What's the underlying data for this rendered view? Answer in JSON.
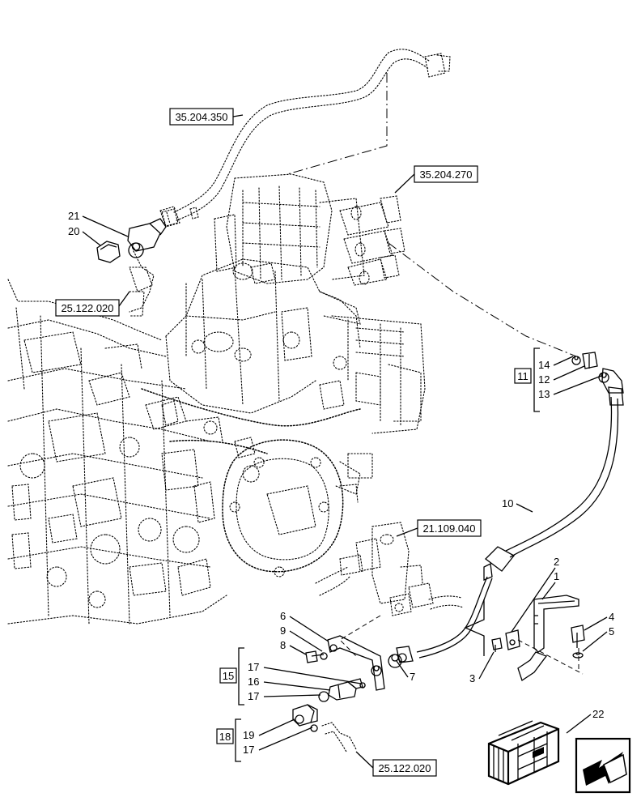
{
  "refs": {
    "r350": "35.204.350",
    "r270": "35.204.270",
    "r020a": "25.122.020",
    "r040": "21.109.040",
    "r020b": "25.122.020"
  },
  "groups": {
    "g11": "11",
    "g15": "15",
    "g18": "18"
  },
  "items": {
    "p1": "1",
    "p2": "2",
    "p3": "3",
    "p4": "4",
    "p5": "5",
    "p6": "6",
    "p7": "7",
    "p8": "8",
    "p9": "9",
    "p10": "10",
    "p12": "12",
    "p13": "13",
    "p14": "14",
    "p16": "16",
    "p17a": "17",
    "p17b": "17",
    "p17c": "17",
    "p19": "19",
    "p20": "20",
    "p21": "21",
    "p22": "22"
  },
  "icons": [
    "kit-box-icon",
    "view-direction-arrow-icon"
  ]
}
